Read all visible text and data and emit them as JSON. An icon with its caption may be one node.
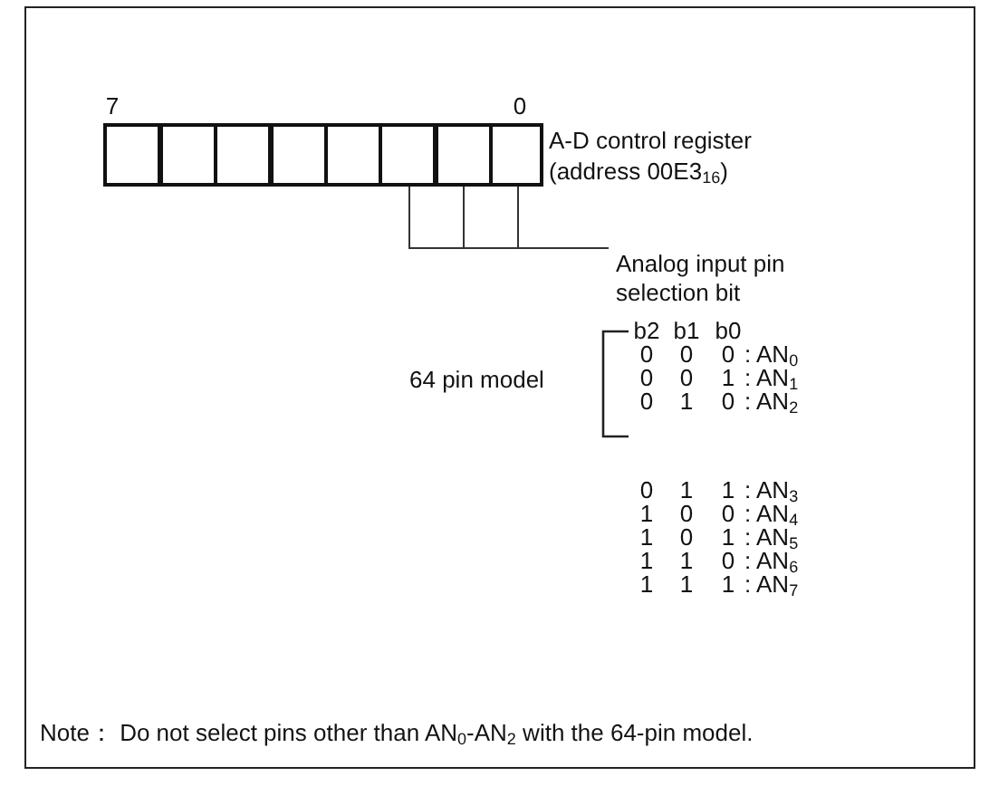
{
  "diagram": {
    "nodes": [
      {
        "text": [],
        "shape": "box",
        "beside": [
          "A-D control register (address 00E3$_{16}$)"
        ]
      },
      {
        "text": [
          "Analog input pin selection bit"
        ]
      }
    ],
    "edges": [
      {
        "from": 1,
        "to": 0,
        "arrow": "none"
      }
    ],
    "labels": [
      "7",
      "0",
      "64 pin model",
      "b2",
      "b1",
      "b0",
      "0",
      "0",
      "0",
      ": AN$_{0}$",
      "0",
      "0",
      "1",
      ": AN$_{1}$",
      "0",
      "1",
      "0",
      ": AN$_{2}$",
      "0",
      "1",
      "1",
      ": AN$_{3}$",
      "1",
      "0",
      "0",
      ": AN$_{4}$",
      "1",
      "0",
      "1",
      ": AN$_{5}$",
      "1",
      "1",
      "0",
      ": AN$_{6}$",
      "1",
      "1",
      "1",
      ": AN$_{7}$",
      "Note：  Do not select pins other than AN$_{0}$-AN$_{2}$ with the 64-pin model."
    ]
  }
}
